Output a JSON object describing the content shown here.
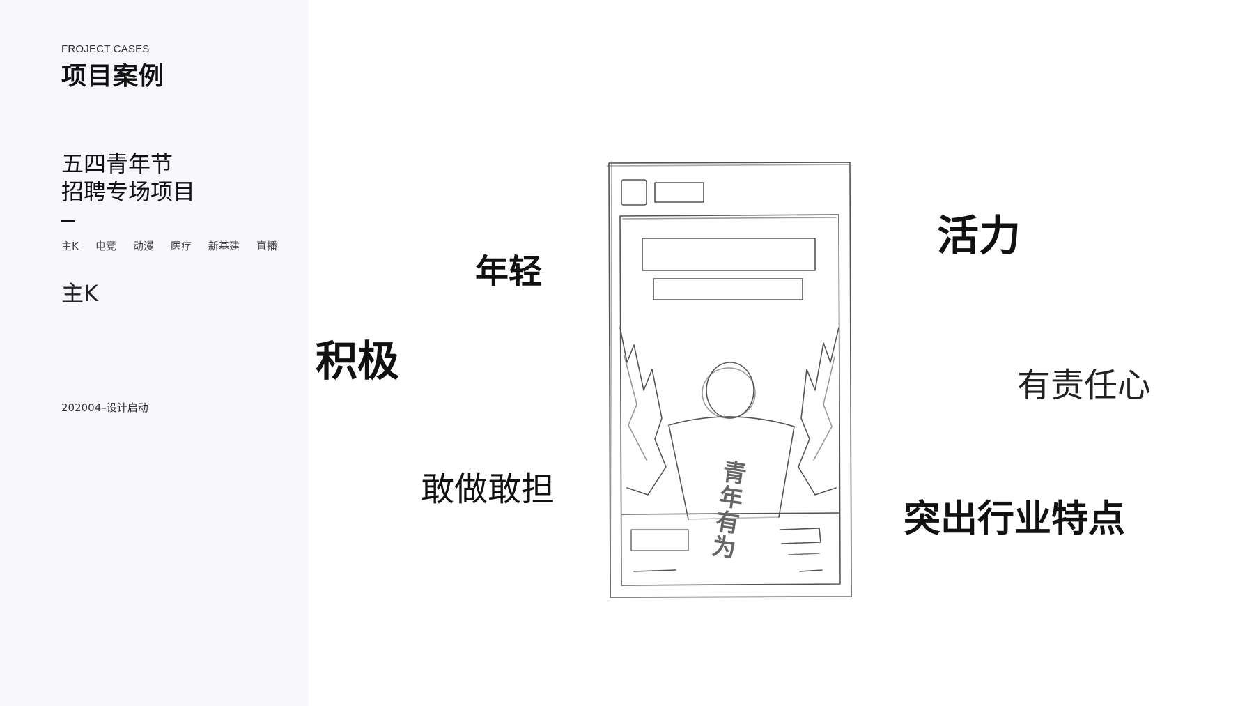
{
  "header": {
    "eyebrow": "FROJECT CASES",
    "title": "项目案例"
  },
  "project": {
    "name_line1": "五四青年节",
    "name_line2": "招聘专场项目",
    "categories": [
      "主K",
      "电竞",
      "动漫",
      "医疗",
      "新基建",
      "直播"
    ],
    "current": "主K",
    "date": "202004–设计启动"
  },
  "keywords": {
    "young": "年轻",
    "positive": "积极",
    "brave": "敢做敢担",
    "vitality": "活力",
    "responsibility": "有责任心",
    "industry": "突出行业特点"
  },
  "sketch": {
    "title_text": "青年有为",
    "stroke_color": "#555555"
  }
}
